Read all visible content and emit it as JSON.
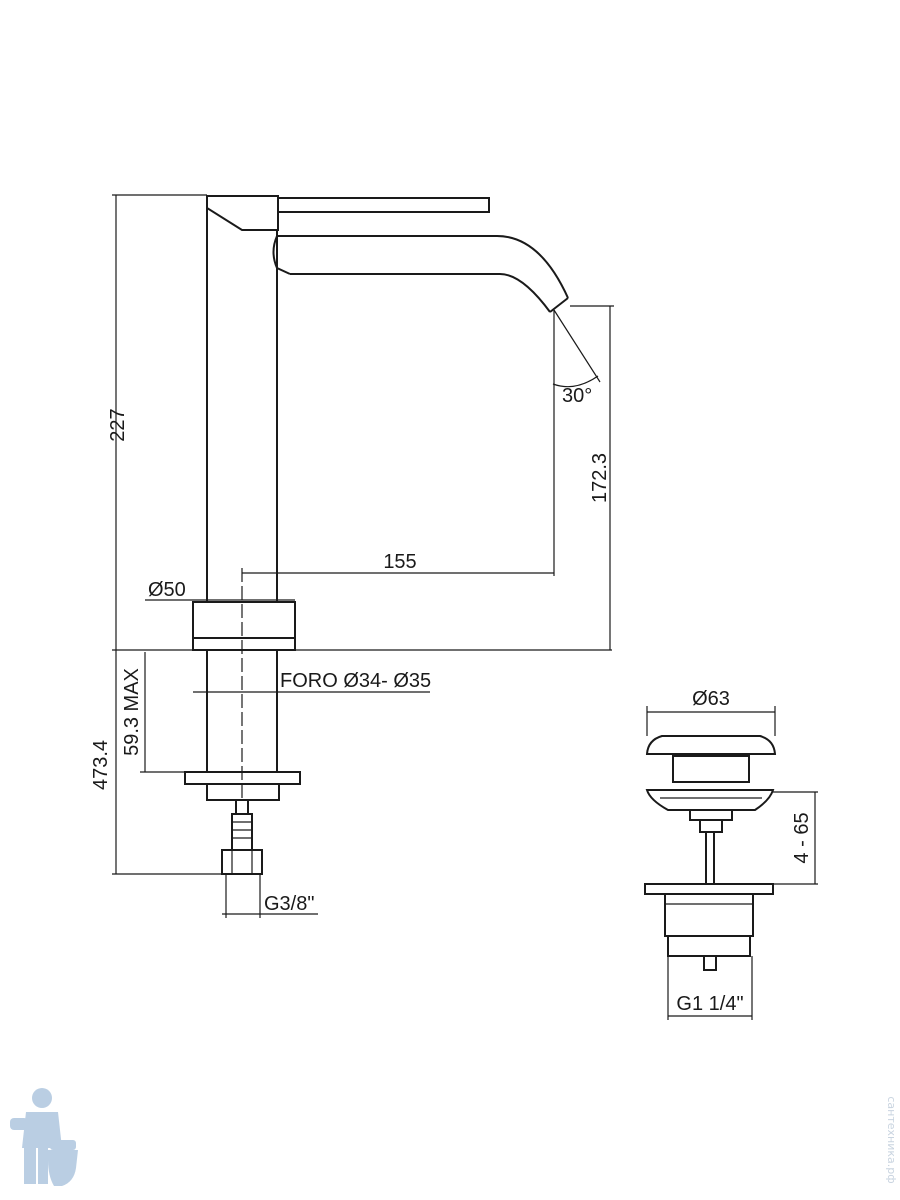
{
  "dimensions": {
    "height_total": "227",
    "spout_height": "172.3",
    "reach": "155",
    "spout_angle": "30°",
    "body_diameter": "Ø50",
    "hole": "FORO Ø34- Ø35",
    "max_thickness": "59.3 MAX",
    "hose_length": "473.4",
    "connection": "G3/8\"",
    "waste_diameter": "Ø63",
    "waste_range": "4 - 65",
    "waste_thread": "G1 1/4\""
  },
  "watermark": {
    "text": "сантехника.рф",
    "colors": {
      "logo": "#aec6df"
    }
  },
  "colors": {
    "line": "#1a1a1a",
    "background": "#ffffff"
  }
}
